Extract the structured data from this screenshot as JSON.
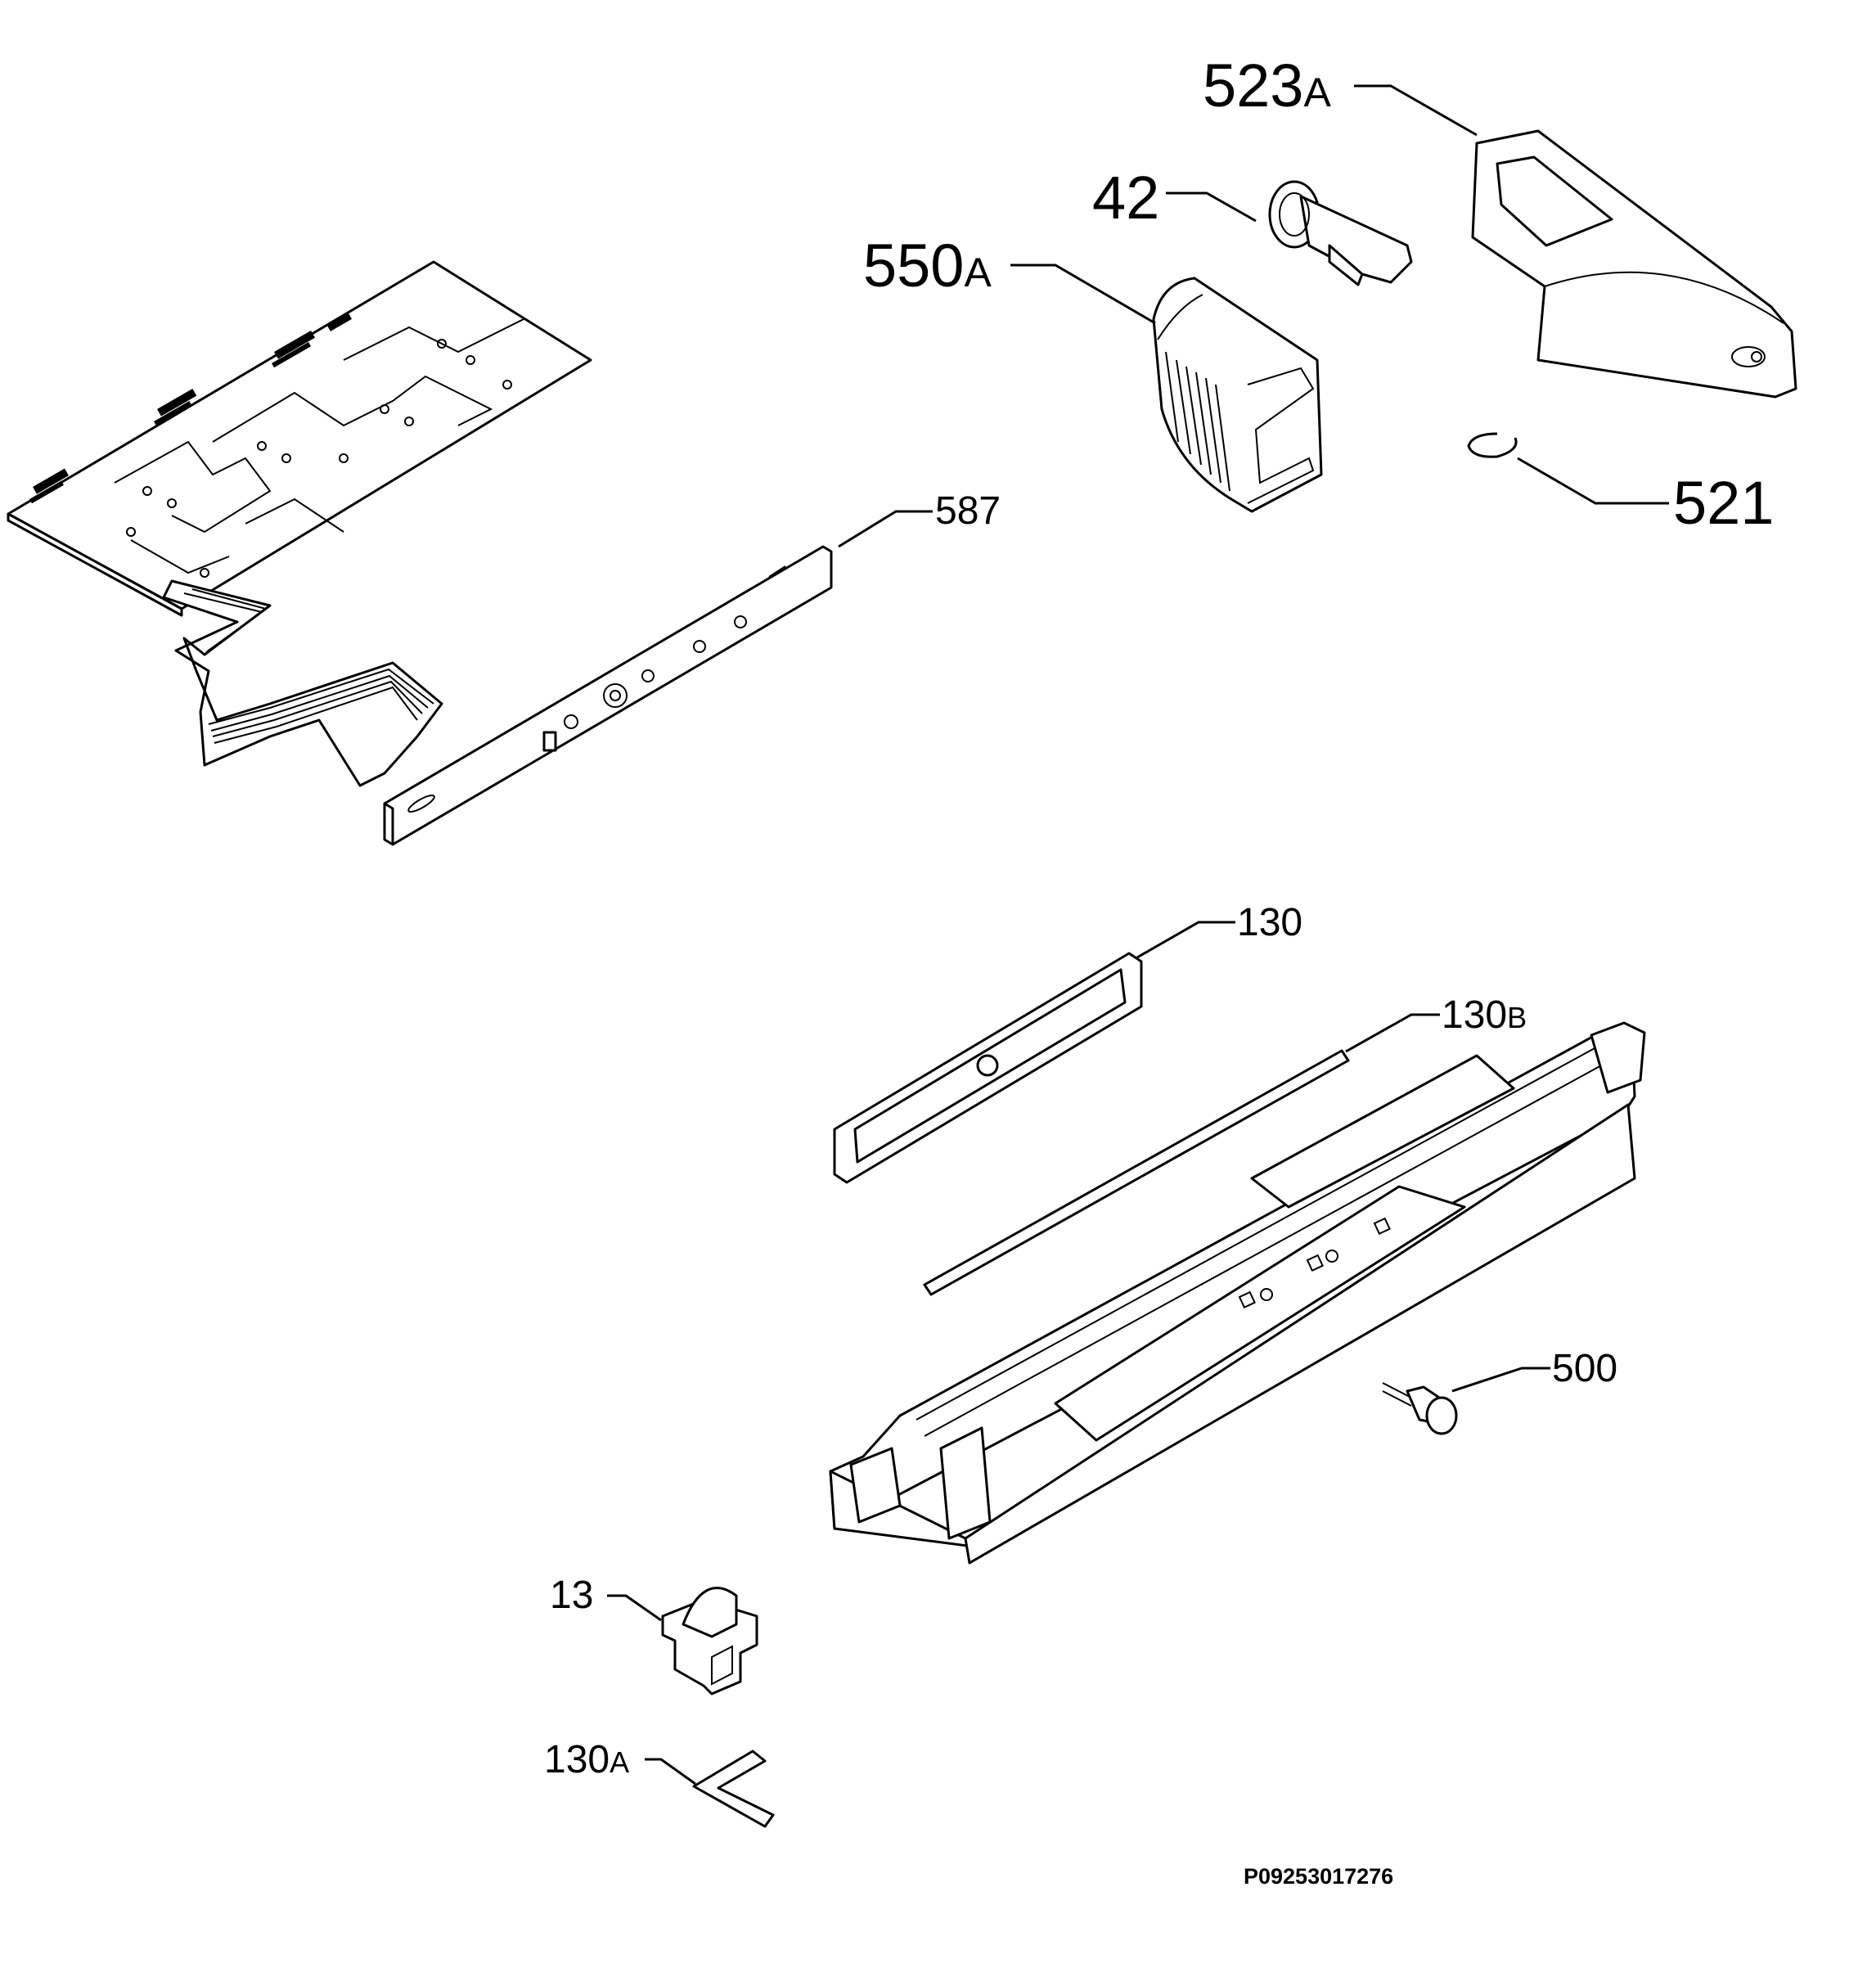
{
  "diagram": {
    "labels": [
      {
        "id": "523",
        "number": "523",
        "suffix": "A"
      },
      {
        "id": "42",
        "number": "42",
        "suffix": ""
      },
      {
        "id": "550",
        "number": "550",
        "suffix": "A"
      },
      {
        "id": "521",
        "number": "521",
        "suffix": ""
      },
      {
        "id": "587",
        "number": "587",
        "suffix": ""
      },
      {
        "id": "130",
        "number": "130",
        "suffix": ""
      },
      {
        "id": "130b",
        "number": "130",
        "suffix": "B"
      },
      {
        "id": "500",
        "number": "500",
        "suffix": ""
      },
      {
        "id": "13",
        "number": "13",
        "suffix": ""
      },
      {
        "id": "130a",
        "number": "130",
        "suffix": "A"
      }
    ],
    "drawing_code": "P09253017276"
  }
}
